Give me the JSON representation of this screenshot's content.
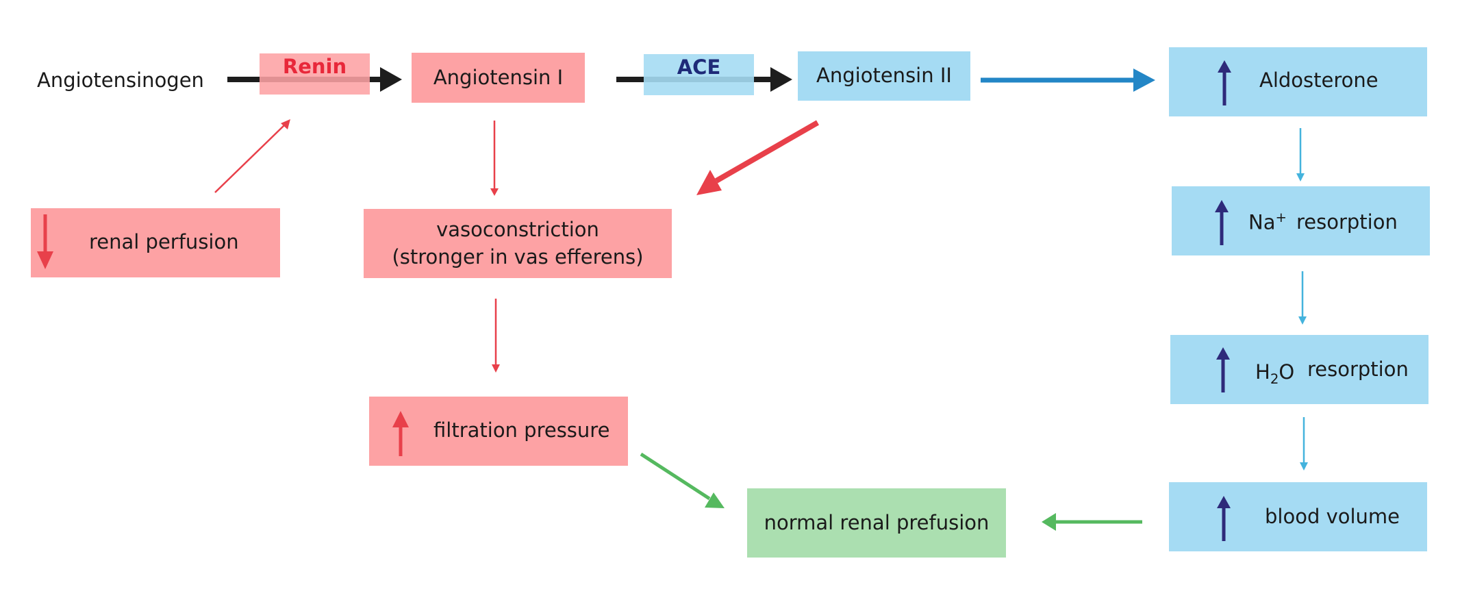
{
  "colors": {
    "pink_box": "#fda2a4",
    "blue_box": "#a5dbf3",
    "green_box": "#abdfb0",
    "red_arrow": "#e8404a",
    "blue_arrow": "#2386c6",
    "light_blue_arrow": "#44b3dd",
    "green_arrow": "#55b95f",
    "black_arrow": "#1d1d1d",
    "up_arrow_navy": "#2e2a7a",
    "renin_text": "#e8283a",
    "ace_text": "#1e2a78"
  },
  "labels": {
    "angiotensinogen": "Angiotensinogen",
    "renin": "Renin",
    "angiotensin_1": "Angiotensin I",
    "ace": "ACE",
    "angiotensin_2": "Angiotensin II",
    "aldosterone": "Aldosterone",
    "renal_perfusion": "renal perfusion",
    "vasoconstriction_line1": "vasoconstriction",
    "vasoconstriction_line2": "(stronger in vas efferens)",
    "filtration_pressure": "filtration pressure",
    "normal_renal_perfusion": "normal renal prefusion",
    "na_base": "Na",
    "na_sup": "+",
    "na_suffix": "resorption",
    "h2o_h": "H",
    "h2o_sub": "2",
    "h2o_o": "O",
    "h2o_suffix": "resorption",
    "blood_volume": "blood volume"
  }
}
